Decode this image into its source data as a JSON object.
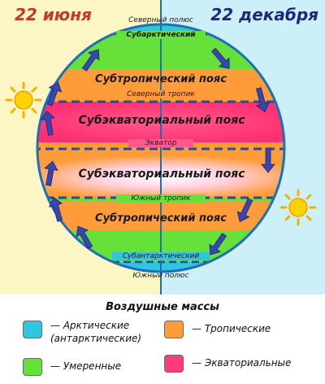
{
  "dates": {
    "left": "22 июня",
    "right": "22 декабря"
  },
  "lines": {
    "north_pole": "Северный полюс",
    "subarctic": "Субарктический",
    "north_tropic": "Северный тропик",
    "equator": "Экватор",
    "south_tropic": "Южный тропик",
    "subantarctic": "Субантарктический",
    "south_pole": "Южный полюс"
  },
  "belts": {
    "subtropical_north": "Субтропический пояс",
    "subequatorial_north": "Субэкваториальный пояс",
    "subequatorial_south": "Субэкваториальный пояс",
    "subtropical_south": "Субтропический пояс"
  },
  "legend": {
    "title": "Воздушные массы",
    "arctic_line1": "— Арктические",
    "arctic_line2": "(антарктические)",
    "temperate": "— Умеренные",
    "tropical": "— Тропические",
    "equatorial": "— Экваториальные"
  },
  "colors": {
    "arctic": "#2ec6e0",
    "temperate": "#66e13a",
    "tropical": "#ff9c3a",
    "equatorial": "#ff3a7a",
    "subequatorial_center": "#ffffff",
    "arrow": "#3a46b0",
    "globe_outline": "#1d6fb8",
    "left_panel": "#fbf6c3",
    "right_panel": "#cdeff8"
  },
  "icons": [
    "sun-icon",
    "arrow-icon"
  ]
}
